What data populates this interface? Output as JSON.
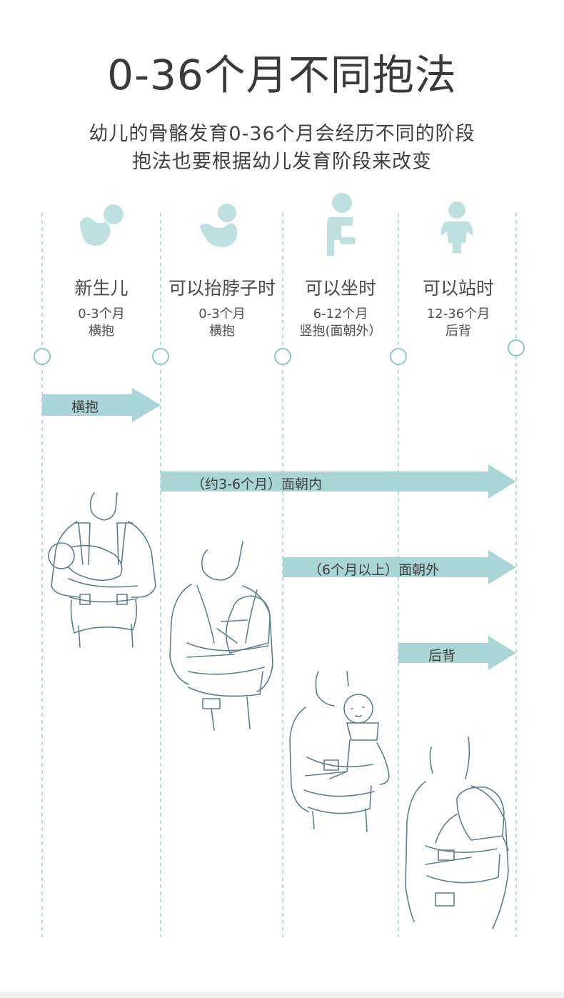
{
  "header": {
    "title": "0-36个月不同抱法",
    "subtitle_line1": "幼儿的骨骼发育0-36个月会经历不同的阶段",
    "subtitle_line2": "抱法也要根据幼儿发育阶段来改变"
  },
  "stages": [
    {
      "name": "新生儿",
      "age": "0-3个月",
      "hold": "横抱",
      "icon": "lying-baby-icon"
    },
    {
      "name": "可以抬脖子时",
      "age": "0-3个月",
      "hold": "横抱",
      "icon": "head-up-baby-icon"
    },
    {
      "name": "可以坐时",
      "age": "6-12个月",
      "hold": "竖抱(面朝外）",
      "icon": "sitting-baby-icon"
    },
    {
      "name": "可以站时",
      "age": "12-36个月",
      "hold": "后背",
      "icon": "standing-child-icon"
    }
  ],
  "arrows": [
    {
      "label": "横抱"
    },
    {
      "label": "（约3-6个月）面朝内"
    },
    {
      "label": "（6个月以上）面朝外"
    },
    {
      "label": "后背"
    }
  ],
  "colors": {
    "accent": "#a9d5d6",
    "accent_dark": "#7cc0c2",
    "line_art": "#5c7f8b",
    "text": "#3a3a3a"
  }
}
